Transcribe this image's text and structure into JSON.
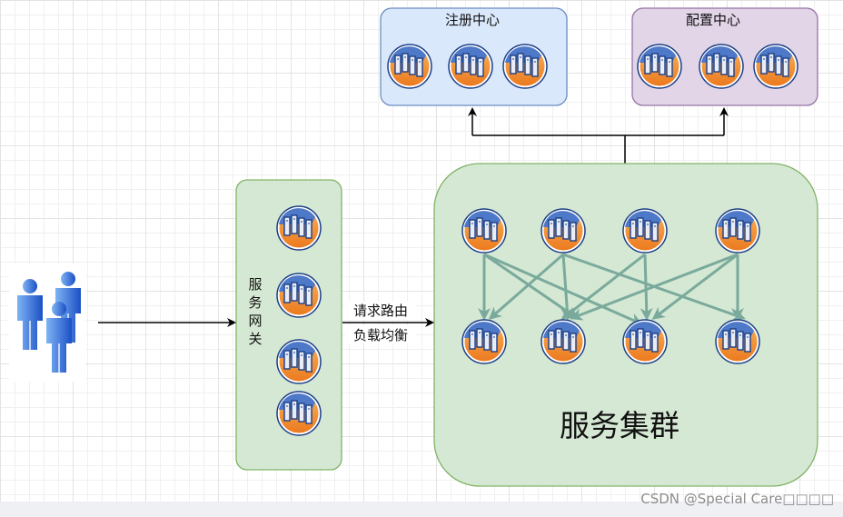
{
  "registry": {
    "title": "注册中心"
  },
  "config": {
    "title": "配置中心"
  },
  "gateway": {
    "label_chars": [
      "服",
      "务",
      "网",
      "关"
    ]
  },
  "edge": {
    "line1": "请求路由",
    "line2": "负载均衡"
  },
  "cluster": {
    "title": "服务集群"
  },
  "watermark": "CSDN @Special Care□□□□",
  "colors": {
    "registry_fill": "#dae8fc",
    "registry_border": "#6c8ebf",
    "config_fill": "#e1d5e7",
    "config_border": "#9673a6",
    "green_fill": "#d5e8d4",
    "green_border": "#82b366",
    "cluster_arrow": "#7aaa9c"
  },
  "icons": {
    "server": "server-cluster-icon",
    "users": "users-icon"
  }
}
